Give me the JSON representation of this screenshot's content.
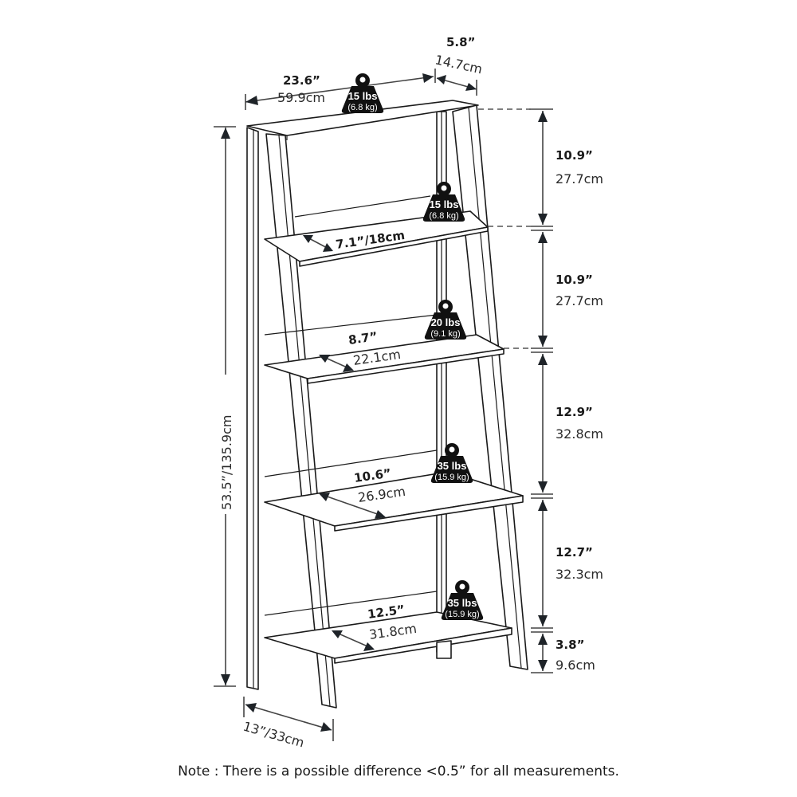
{
  "diagram": {
    "subject": "5-tier ladder bookshelf dimensions",
    "overall": {
      "width": {
        "in": "23.6”",
        "cm": "59.9cm"
      },
      "depth_top": {
        "in": "5.8”",
        "cm": "14.7cm"
      },
      "height": {
        "label": "53.5”/135.9cm"
      },
      "base_depth": {
        "label": "13”/33cm"
      }
    },
    "shelf_depths": [
      {
        "label": "7.1”/18cm"
      },
      {
        "in": "8.7”",
        "cm": "22.1cm"
      },
      {
        "in": "10.6”",
        "cm": "26.9cm"
      },
      {
        "in": "12.5”",
        "cm": "31.8cm"
      }
    ],
    "shelf_spacing": [
      {
        "in": "10.9”",
        "cm": "27.7cm"
      },
      {
        "in": "10.9”",
        "cm": "27.7cm"
      },
      {
        "in": "12.9”",
        "cm": "32.8cm"
      },
      {
        "in": "12.7”",
        "cm": "32.3cm"
      },
      {
        "in": "3.8”",
        "cm": "9.6cm"
      }
    ],
    "weight_limits": [
      {
        "lbs": "15 lbs",
        "kg": "(6.8 kg)"
      },
      {
        "lbs": "15 lbs",
        "kg": "(6.8 kg)"
      },
      {
        "lbs": "20 lbs",
        "kg": "(9.1 kg)"
      },
      {
        "lbs": "35 lbs",
        "kg": "(15.9 kg)"
      },
      {
        "lbs": "35 lbs",
        "kg": "(15.9 kg)"
      }
    ],
    "note": "Note : There is a possible difference <0.5” for all measurements."
  }
}
